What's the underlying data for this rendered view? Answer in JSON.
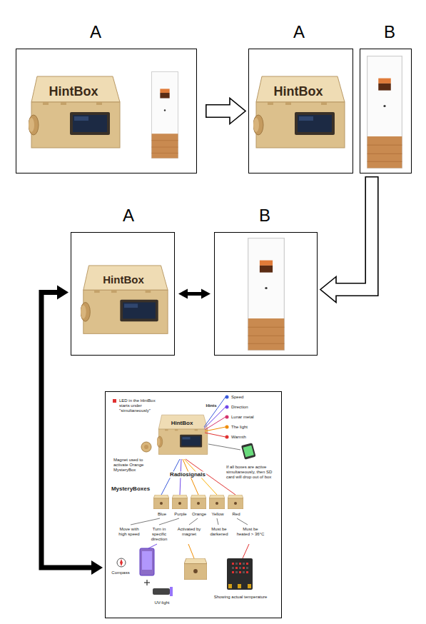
{
  "diagram": {
    "nodes": [
      {
        "text": [
          "A",
          "HintBox"
        ]
      },
      {
        "text": [
          "A",
          "HintBox"
        ]
      },
      {
        "text": [
          "B"
        ]
      },
      {
        "text": [
          "A",
          "HintBox"
        ]
      },
      {
        "text": [
          "B"
        ]
      },
      {
        "text": [
          "LED in the HintBox starts under \"simultaneously\"",
          "Speed",
          "Direction",
          "Lunar metal",
          "The light",
          "Warmth",
          "Hints",
          "HintBox",
          "Magnet used to activate Orange MysteryBox",
          "If all boxes are active simultaneously, then SD card will drop out of box",
          "Radiosignals",
          "MysteryBoxes",
          "Blue",
          "Purple",
          "Orange",
          "Yellow",
          "Red",
          "Move with high speed",
          "Turn in specific direction",
          "Activated by magnet",
          "Must be darkened",
          "Must be heated > 36°C",
          "Compass",
          "UV-light",
          "Showing actual temperature"
        ]
      }
    ],
    "edges": [
      {
        "from": 0,
        "to": 1,
        "arrow": "to"
      },
      {
        "from": 2,
        "to": 4,
        "arrow": "to"
      },
      {
        "from": 3,
        "to": 4,
        "arrow": "both"
      },
      {
        "from": 3,
        "to": 5,
        "arrow": "both"
      }
    ]
  }
}
